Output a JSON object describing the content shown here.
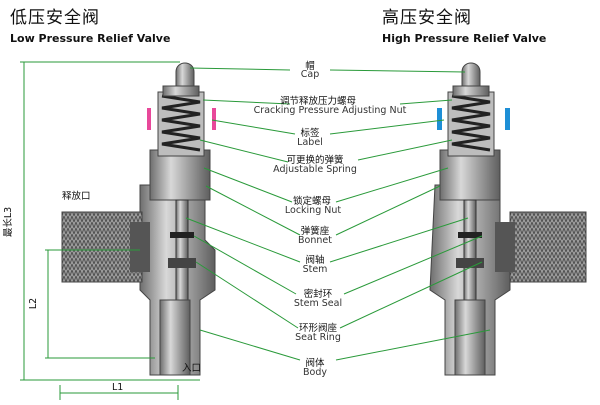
{
  "left_valve": {
    "title_cn": "低压安全阀",
    "title_en": "Low Pressure Relief Valve",
    "label_color": "#e8489a",
    "outlet_label": "释放口",
    "inlet_label": "入口",
    "dim_l3": "最长L3",
    "dim_l2": "L2",
    "dim_l1": "L1"
  },
  "right_valve": {
    "title_cn": "高压安全阀",
    "title_en": "High Pressure Relief Valve",
    "label_color": "#1e8fd6"
  },
  "callouts": [
    {
      "cn": "帽",
      "en": "Cap"
    },
    {
      "cn": "调节释放压力螺母",
      "en": "Cracking Pressure Adjusting Nut"
    },
    {
      "cn": "标签",
      "en": "Label"
    },
    {
      "cn": "可更换的弹簧",
      "en": "Adjustable Spring"
    },
    {
      "cn": "锁定螺母",
      "en": "Locking Nut"
    },
    {
      "cn": "弹簧座",
      "en": "Bonnet"
    },
    {
      "cn": "阀轴",
      "en": "Stem"
    },
    {
      "cn": "密封环",
      "en": "Stem Seal"
    },
    {
      "cn": "环形阀座",
      "en": "Seat Ring"
    },
    {
      "cn": "阀体",
      "en": "Body"
    }
  ],
  "colors": {
    "line": "#2a9a3a",
    "metal": "#9a9a9a"
  }
}
